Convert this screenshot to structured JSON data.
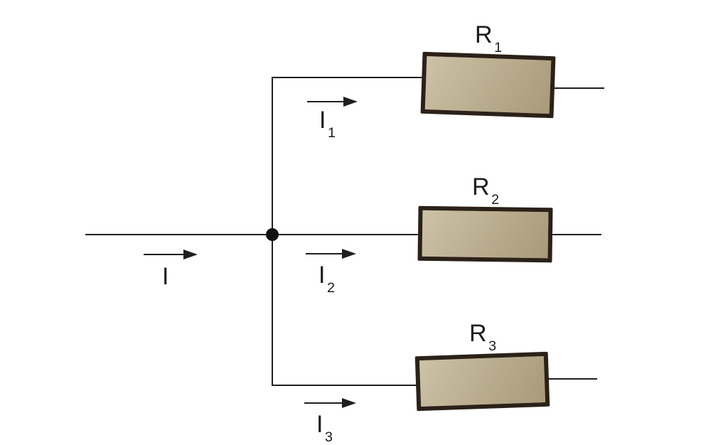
{
  "diagram": {
    "kind": "circuit-diagram",
    "description": "Current I splits at a junction node into three parallel branches, each with a resistor"
  },
  "labels": {
    "i": {
      "symbol": "I",
      "subscript": ""
    },
    "i1": {
      "symbol": "I",
      "subscript": "1"
    },
    "i2": {
      "symbol": "I",
      "subscript": "2"
    },
    "i3": {
      "symbol": "I",
      "subscript": "3"
    },
    "r1": {
      "symbol": "R",
      "subscript": "1"
    },
    "r2": {
      "symbol": "R",
      "subscript": "2"
    },
    "r3": {
      "symbol": "R",
      "subscript": "3"
    }
  },
  "colors": {
    "background": "#ffffff",
    "wire": "#1f1f1f",
    "node": "#111111",
    "resistor_border": "#2b2118",
    "resistor_fill_light": "#cdc2a7",
    "resistor_fill_dark": "#a89a79",
    "label_text": "#1c1c1c"
  }
}
